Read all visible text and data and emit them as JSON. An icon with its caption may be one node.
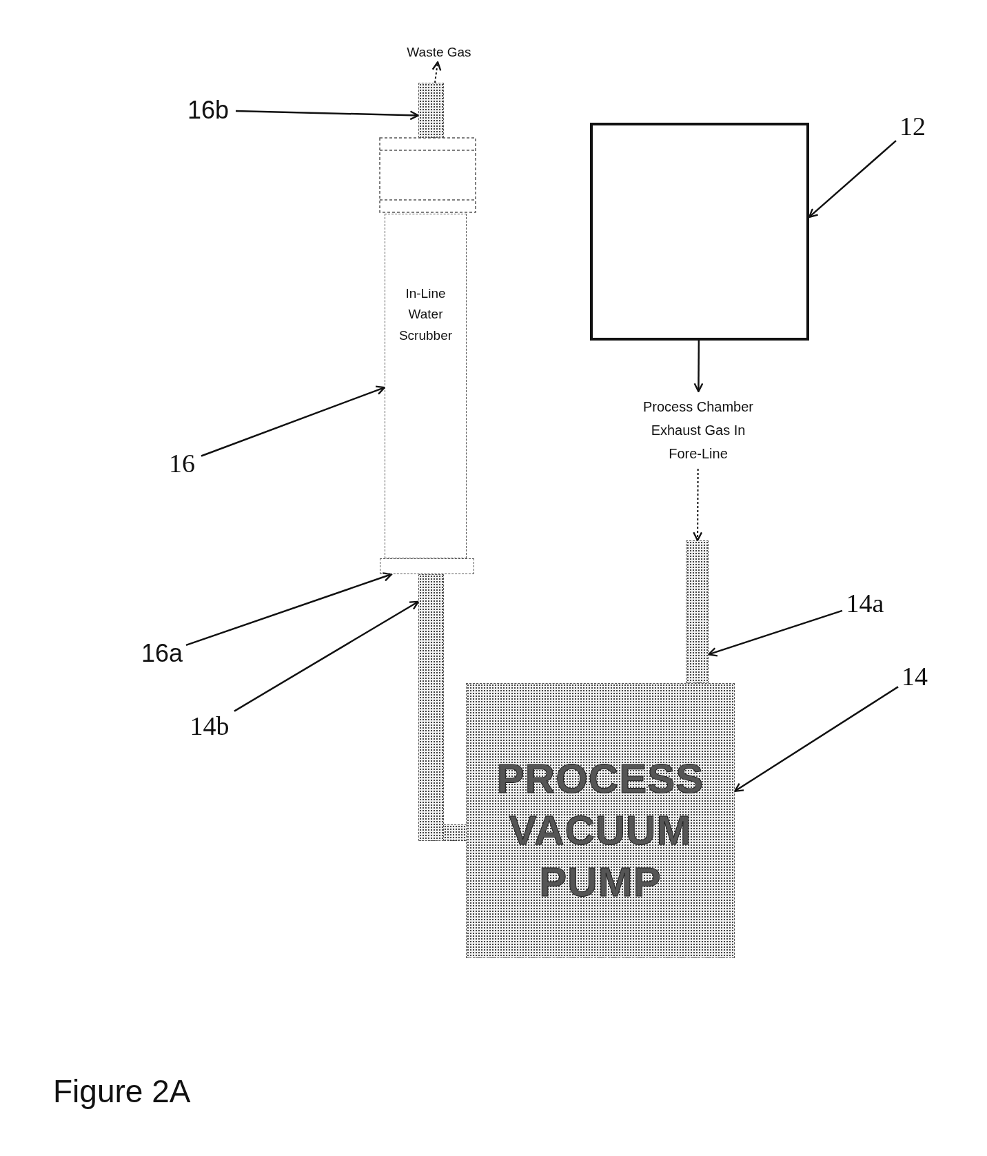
{
  "diagram": {
    "caption": "Figure 2A",
    "nodes": [
      {
        "text": [
          "Waste Gas"
        ]
      },
      {
        "text": [
          "16b"
        ]
      },
      {
        "text": [],
        "shape": "bar"
      },
      {
        "text": [
          "12"
        ]
      },
      {
        "text": [],
        "shape": "box"
      },
      {
        "text": [
          "In-Line Water Scrubber"
        ]
      },
      {
        "text": [
          "16"
        ]
      },
      {
        "text": [
          "Process Chamber Exhaust Gas In Fore-Line"
        ]
      },
      {
        "text": [],
        "shape": "bar"
      },
      {
        "text": [],
        "shape": "bar"
      },
      {
        "text": [],
        "shape": "bar"
      },
      {
        "text": [
          "14a"
        ]
      },
      {
        "text": [
          "16a"
        ]
      },
      {
        "text": [
          "14b"
        ]
      },
      {
        "text": [
          "14"
        ]
      },
      {
        "text": [
          "PROCESS VACUUM PUMP"
        ]
      }
    ],
    "edges": [
      {
        "from": 2,
        "to": 0,
        "arrow": "to",
        "style": "dashed"
      },
      {
        "from": 1,
        "to": 2,
        "arrow": "to"
      },
      {
        "from": 3,
        "to": 4,
        "arrow": "to"
      },
      {
        "from": 6,
        "to": 5,
        "arrow": "to"
      },
      {
        "from": 4,
        "to": 7,
        "arrow": "to"
      },
      {
        "from": 7,
        "to": 10,
        "arrow": "to",
        "style": "dashed"
      },
      {
        "from": 11,
        "to": 10,
        "arrow": "to"
      },
      {
        "from": 12,
        "to": 8,
        "arrow": "to"
      },
      {
        "from": 13,
        "to": 9,
        "arrow": "to"
      },
      {
        "from": 14,
        "to": 15,
        "arrow": "to"
      }
    ]
  }
}
